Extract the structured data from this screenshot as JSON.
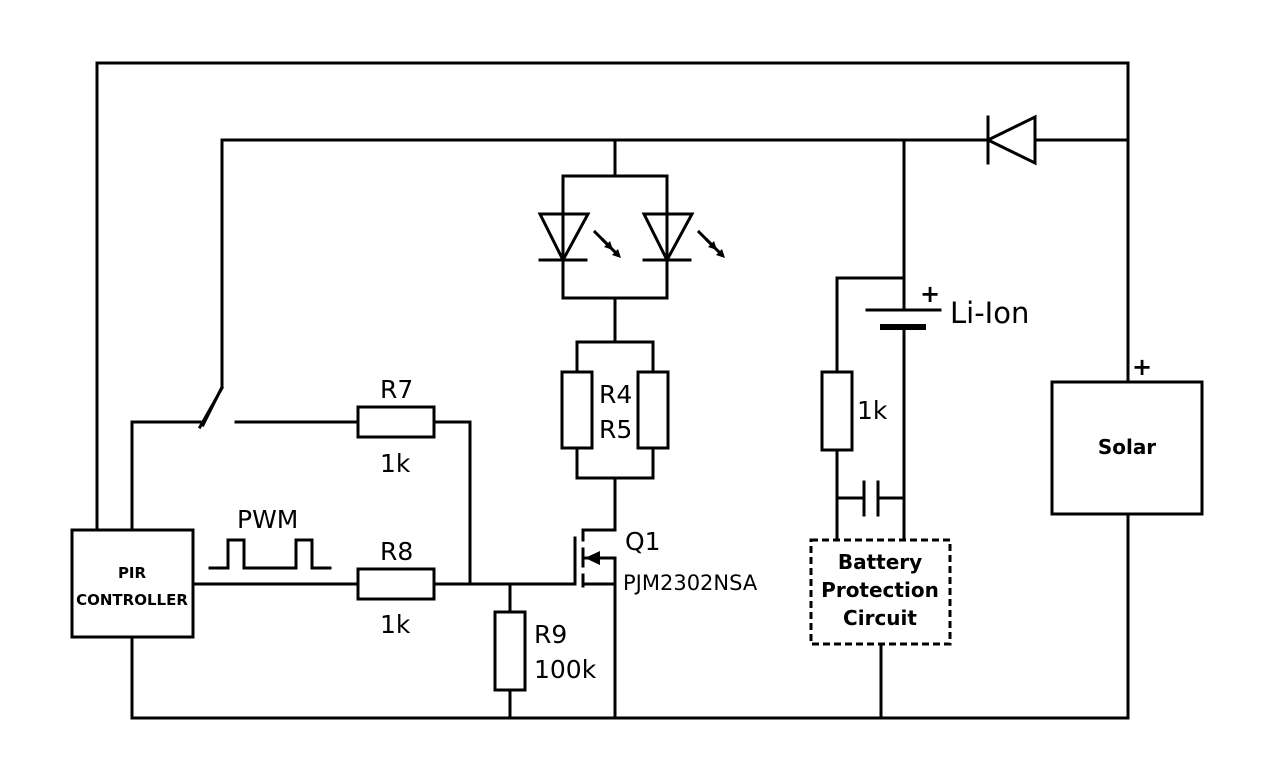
{
  "labels": {
    "r7": "R7",
    "r7_value": "1k",
    "r8": "R8",
    "r8_value": "1k",
    "pwm": "PWM",
    "r9": "R9",
    "r9_value": "100k",
    "r4": "R4",
    "r5": "R5",
    "q1": "Q1",
    "q1_part": "PJM2302NSA",
    "battery_plus": "+",
    "battery": "Li-Ion",
    "res_1k": "1k",
    "bpc_line1": "Battery",
    "bpc_line2": "Protection",
    "bpc_line3": "Circuit",
    "solar_plus": "+",
    "solar": "Solar",
    "pir_line1": "PIR",
    "pir_line2": "CONTROLLER"
  },
  "colors": {
    "stroke": "#000000",
    "background": "#ffffff"
  }
}
